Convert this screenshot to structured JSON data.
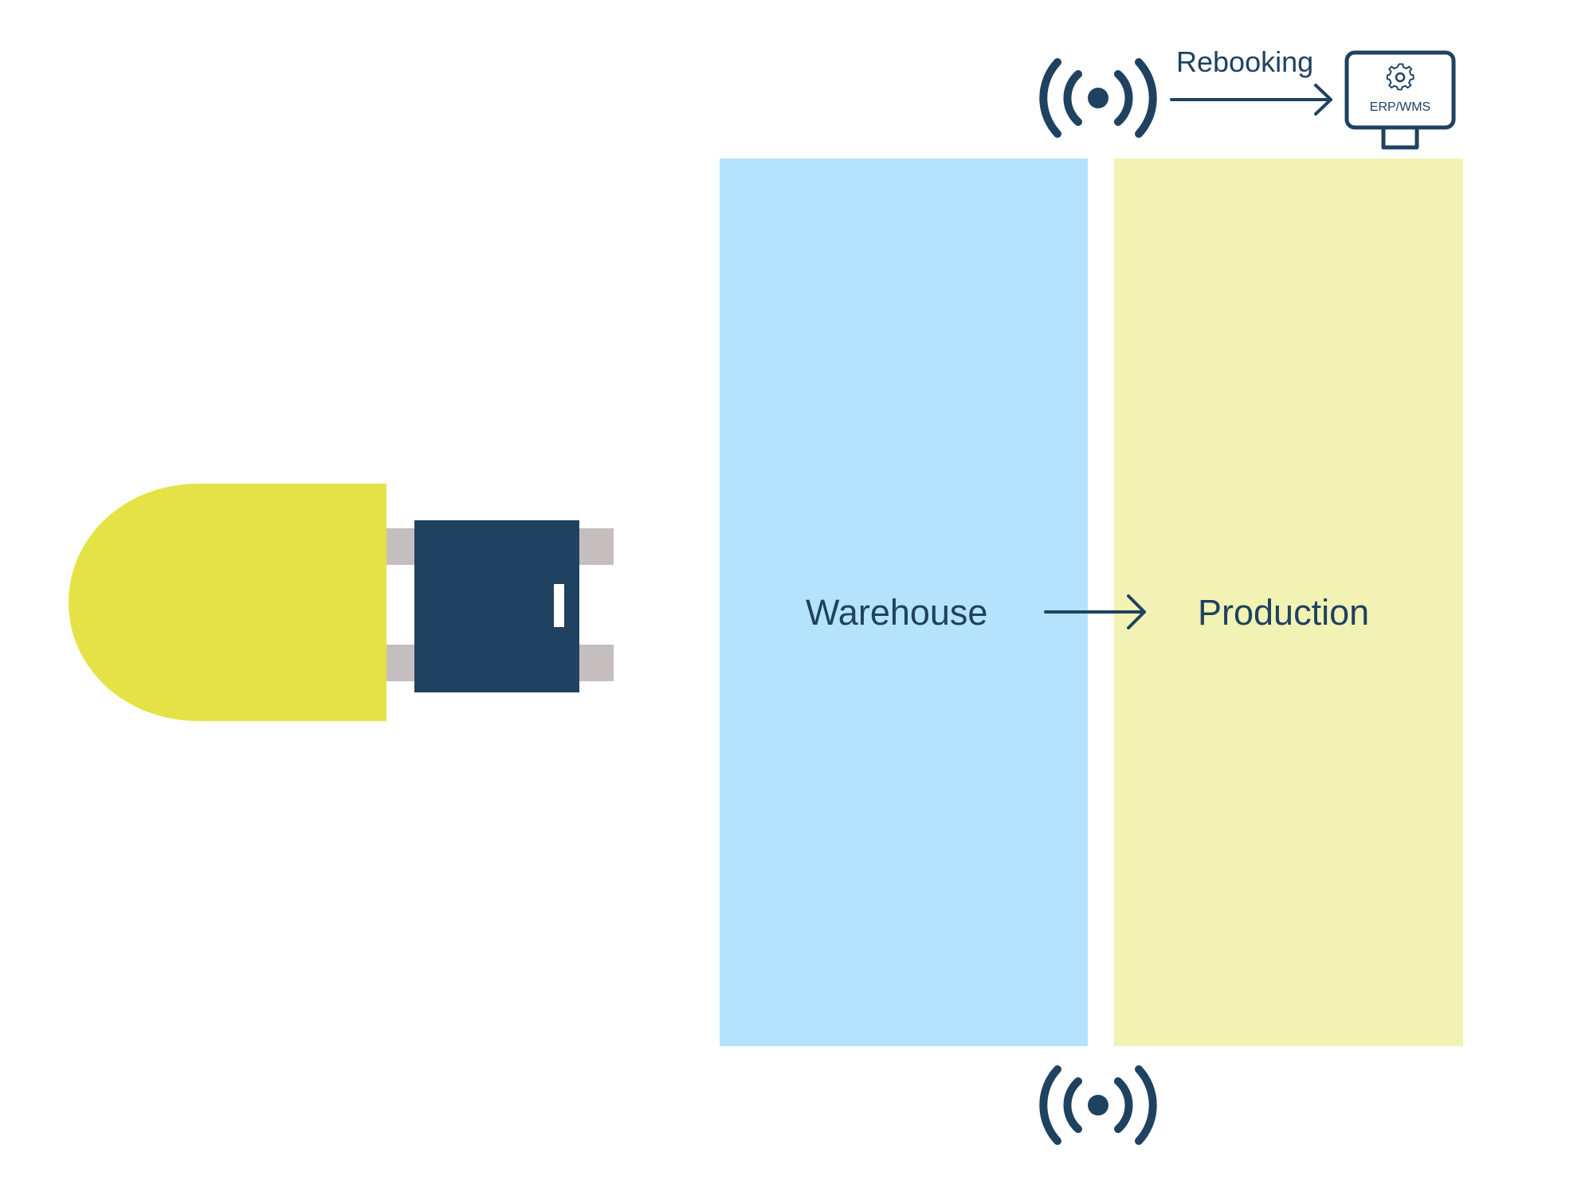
{
  "zones": {
    "warehouse": {
      "label": "Warehouse",
      "color": "#b5e3fe"
    },
    "production": {
      "label": "Production",
      "color": "#f2f2b4"
    }
  },
  "rebooking": {
    "label": "Rebooking"
  },
  "system": {
    "label": "ERP/WMS",
    "icon": "gear-icon"
  },
  "sensors": [
    "rfid-signal-icon",
    "rfid-signal-icon"
  ],
  "vehicle": {
    "body_color": "#e5e247",
    "load_color": "#1f4260",
    "fork_color": "#c4bebe"
  },
  "colors": {
    "ink": "#1f4260"
  }
}
